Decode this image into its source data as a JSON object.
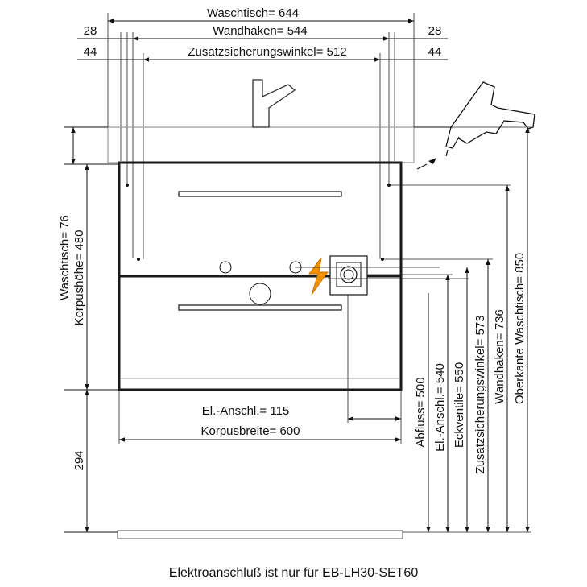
{
  "dimensions": {
    "waschtisch_width": "Waschtisch=  644",
    "wandhaken_width": "Wandhaken=  544",
    "zusatz_width": "Zusatzsicherungswinkel=  512",
    "left_28": "28",
    "right_28": "28",
    "left_44": "44",
    "right_44": "44",
    "waschtisch_height": "Waschtisch= 76",
    "korpushoehe": "Korpushöhe=  480",
    "floor_gap": "294",
    "el_anschl_width": "El.-Anschl.=  115",
    "korpusbreite": "Korpusbreite=  600",
    "abfluss": "Abfluss=  500",
    "el_anschl_height": "El.-Anschl.=  540",
    "eckventile": "Eckventile=  550",
    "zusatz_height": "Zusatzsicherungswinkel=  573",
    "wandhaken_height": "Wandhaken=  736",
    "oberkante": "Oberkante Waschtisch=  850"
  },
  "footnote": "Elektroanschluß ist nur für EB-LH30-SET60",
  "colors": {
    "accent": "#f39200",
    "line": "#111111",
    "basin": "#9a9a9a"
  }
}
